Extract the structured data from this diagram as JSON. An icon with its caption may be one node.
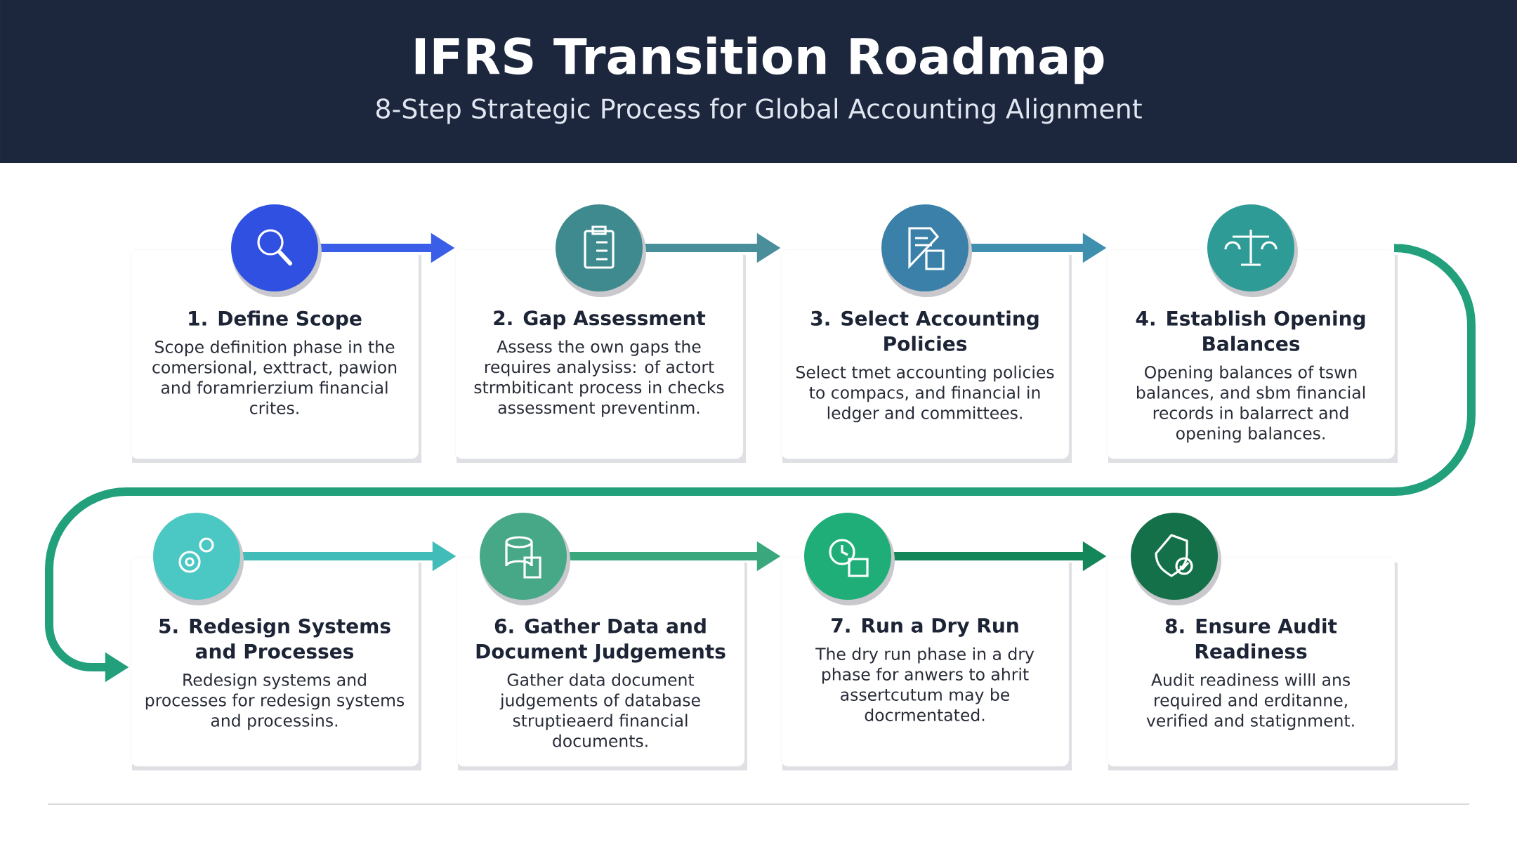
{
  "diagram": {
    "title": "IFRS Transition Roadmap",
    "labels": [
      "8-Step Strategic Process for Global Accounting Alignment"
    ],
    "nodes": [
      {
        "text": [
          "1. Define Scope",
          "Scope definition phase in the comersional, exttract, pawion and foramrierzium financial crites."
        ]
      },
      {
        "text": [
          "2. Gap Assessment",
          "Assess the own gaps the requires analysiss: of actort strmbiticant process in checks assessment preventinm."
        ]
      },
      {
        "text": [
          "3. Select Accounting Policies",
          "Select tmet accounting policies to compacs, and financial in ledger and committees."
        ]
      },
      {
        "text": [
          "4. Establish Opening Balances",
          "Opening balances of tswn balances, and sbm financial records in balarrect and opening balances."
        ]
      },
      {
        "text": [
          "5. Redesign Systems and Processes",
          "Redesign systems and processes for redesign systems and processins."
        ]
      },
      {
        "text": [
          "6. Gather Data and Document Judgements",
          "Gather data document judgements of database struptieaerd financial documents."
        ]
      },
      {
        "text": [
          "7. Run a Dry Run",
          "The dry run phase in a dry phase for anwers to ahrit assertcutum may be docrmentated."
        ]
      },
      {
        "text": [
          "8. Ensure Audit Readiness",
          "Audit readiness willl ans required and erditanne, verified and statignment."
        ]
      }
    ],
    "edges": [
      {
        "from": 0,
        "to": 1,
        "arrow": "to",
        "color": "#3a5ee8"
      },
      {
        "from": 1,
        "to": 2,
        "arrow": "to",
        "color": "#4a8e9c"
      },
      {
        "from": 2,
        "to": 3,
        "arrow": "to",
        "color": "#3f8fae"
      },
      {
        "from": 3,
        "to": 4,
        "arrow": "to",
        "color": "#22a07c"
      },
      {
        "from": 4,
        "to": 5,
        "arrow": "to",
        "color": "#42bcb8"
      },
      {
        "from": 5,
        "to": 6,
        "arrow": "to",
        "color": "#3aa87c"
      },
      {
        "from": 6,
        "to": 7,
        "arrow": "to",
        "color": "#14875a"
      }
    ]
  }
}
